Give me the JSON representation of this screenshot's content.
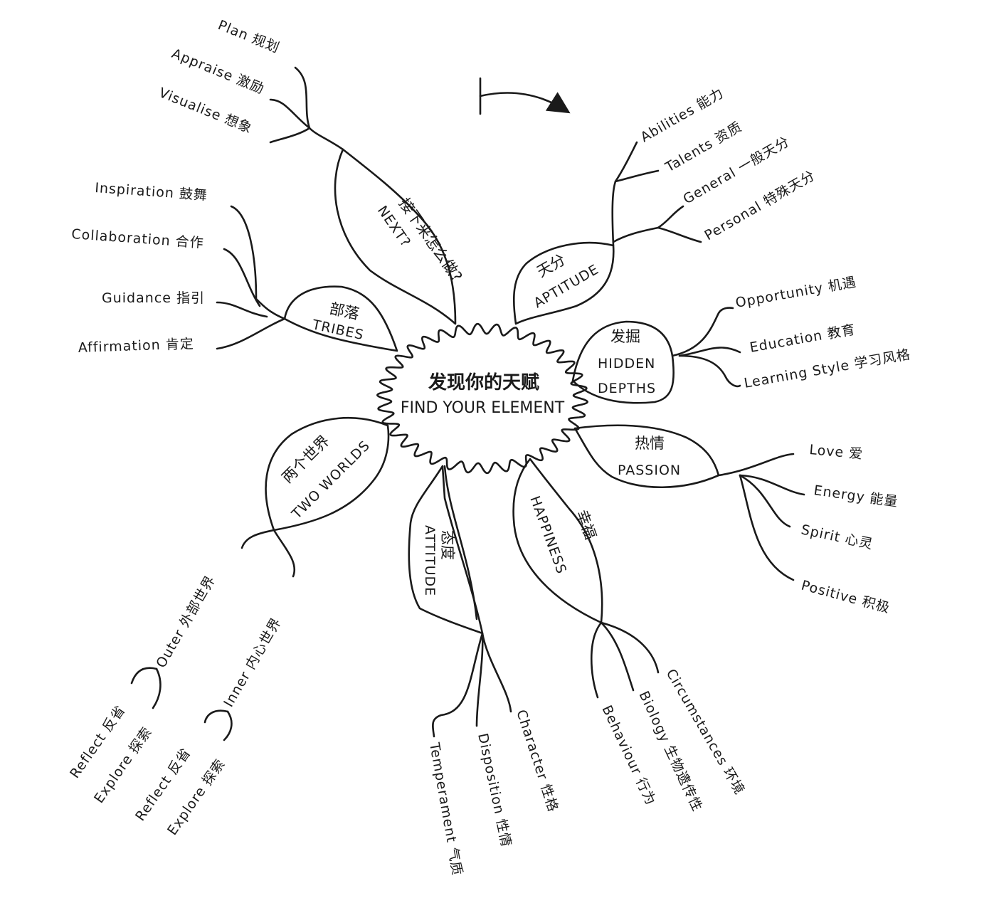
{
  "center": {
    "zh": "发现你的天赋",
    "en": "FIND YOUR ELEMENT"
  },
  "branches": {
    "next": {
      "zh": "接下来怎么做?",
      "en": "NEXT?",
      "leaves": [
        "Plan 规划",
        "Appraise 激励",
        "Visualise 想象"
      ]
    },
    "tribes": {
      "zh": "部落",
      "en": "TRIBES",
      "leaves": [
        "Inspiration 鼓舞",
        "Collaboration 合作",
        "Guidance 指引",
        "Affirmation 肯定"
      ]
    },
    "two_worlds": {
      "zh": "两个世界",
      "en": "TWO WORLDS",
      "outer": "Outer 外部世界",
      "inner": "Inner 内心世界",
      "outer_leaves": [
        "Reflect 反省",
        "Explore 探索"
      ],
      "inner_leaves": [
        "Reflect 反省",
        "Explore 探索"
      ]
    },
    "attitude": {
      "zh": "态度",
      "en": "ATTITUDE",
      "leaves": [
        "Temperament 气质",
        "Disposition 性情",
        "Character 性格"
      ]
    },
    "happiness": {
      "zh": "幸福",
      "en": "HAPPINESS",
      "leaves": [
        "Behaviour 行为",
        "Biology 生物遗传性",
        "Circumstances 环境"
      ]
    },
    "passion": {
      "zh": "热情",
      "en": "PASSION",
      "leaves": [
        "Love 爱",
        "Energy 能量",
        "Spirit 心灵",
        "Positive 积极"
      ]
    },
    "hidden_depths": {
      "zh": "发掘",
      "en1": "HIDDEN",
      "en2": "DEPTHS",
      "leaves": [
        "Opportunity 机遇",
        "Education 教育",
        "Learning Style 学习风格"
      ]
    },
    "aptitude": {
      "zh": "天分",
      "en": "APTITUDE",
      "leaves": [
        "Abilities 能力",
        "Talents 资质",
        "General 一般天分",
        "Personal 特殊天分"
      ]
    }
  },
  "colors": {
    "ink": "#1a1a1a",
    "background": "#ffffff"
  }
}
